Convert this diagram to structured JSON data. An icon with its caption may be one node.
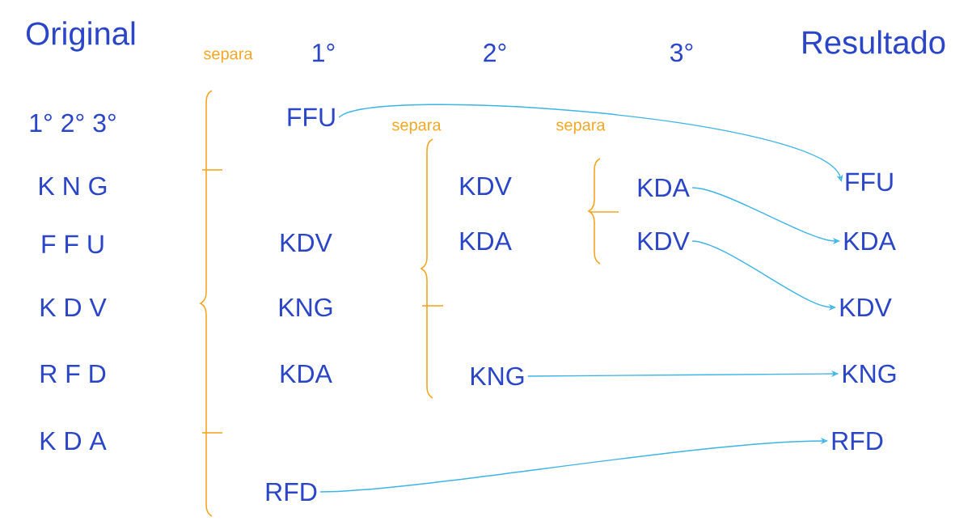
{
  "diagram": {
    "nodes": [
      {
        "text": [
          "FFU"
        ]
      },
      {
        "text": [
          "RFD"
        ]
      },
      {
        "text": [
          "KNG"
        ]
      },
      {
        "text": [
          "KDA"
        ]
      },
      {
        "text": [
          "KDV"
        ]
      },
      {
        "text": [
          "FFU"
        ]
      },
      {
        "text": [
          "KDA"
        ]
      },
      {
        "text": [
          "KDV"
        ]
      },
      {
        "text": [
          "KNG"
        ]
      },
      {
        "text": [
          "RFD"
        ]
      }
    ],
    "edges": [
      {
        "from": 0,
        "to": 5,
        "arrow": "to"
      },
      {
        "from": 3,
        "to": 6,
        "arrow": "to"
      },
      {
        "from": 4,
        "to": 7,
        "arrow": "to"
      },
      {
        "from": 2,
        "to": 8,
        "arrow": "to"
      },
      {
        "from": 1,
        "to": 9,
        "arrow": "to"
      }
    ],
    "labels": [
      "Original",
      "separa",
      "1°",
      "2°",
      "3°",
      "Resultado",
      "1° 2° 3°",
      "separa",
      "separa",
      "K N G",
      "KDV",
      "F F U",
      "KDV",
      "KDA",
      "K D V",
      "KNG",
      "R F D",
      "KDA",
      "K D A"
    ]
  }
}
